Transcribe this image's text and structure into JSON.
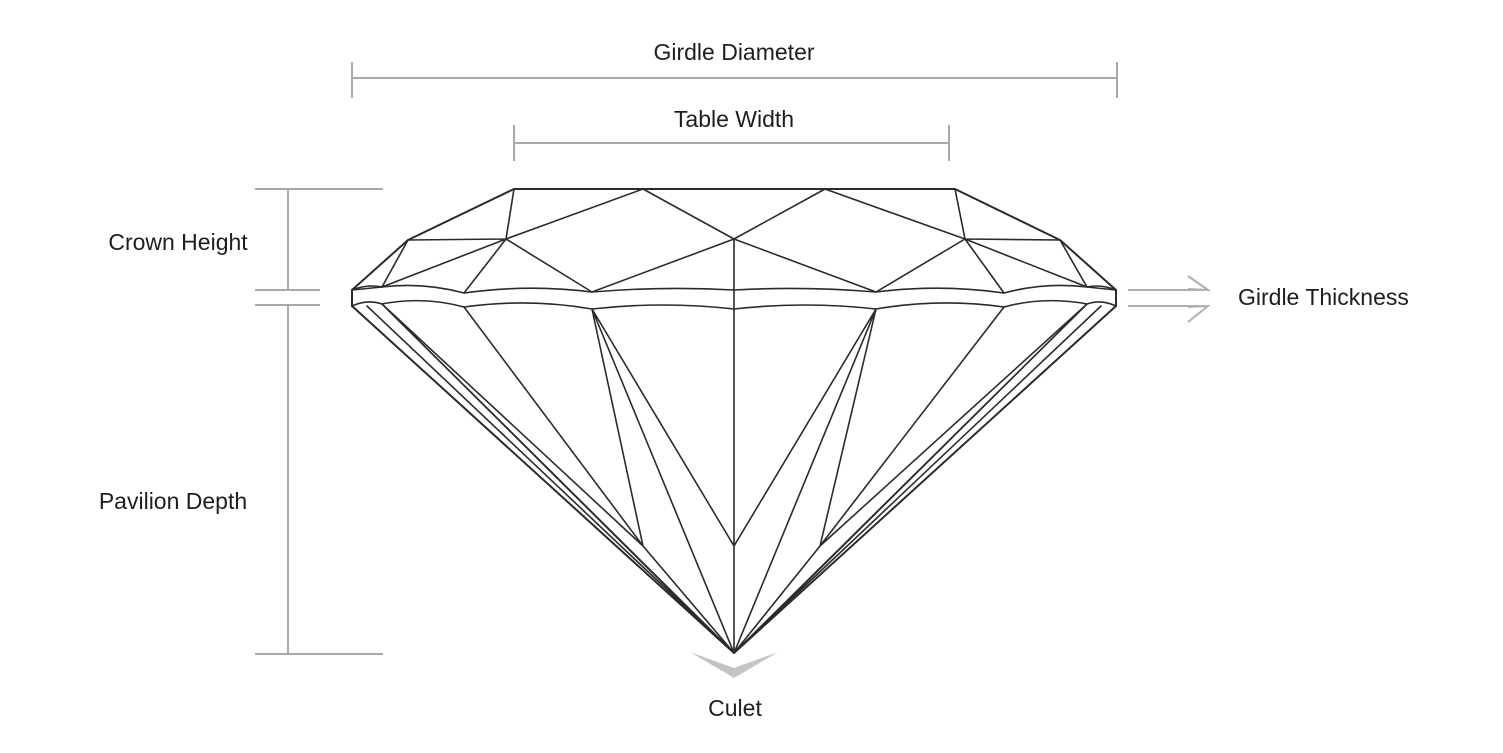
{
  "labels": {
    "girdle_diameter": "Girdle Diameter",
    "table_width": "Table Width",
    "crown_height": "Crown Height",
    "girdle_thickness": "Girdle Thickness",
    "pavilion_depth": "Pavilion Depth",
    "culet": "Culet"
  },
  "colors": {
    "outline": "#2b2b2b",
    "dimension_lines": "#a8a8a8",
    "text": "#1e1e1e",
    "background": "#ffffff"
  }
}
